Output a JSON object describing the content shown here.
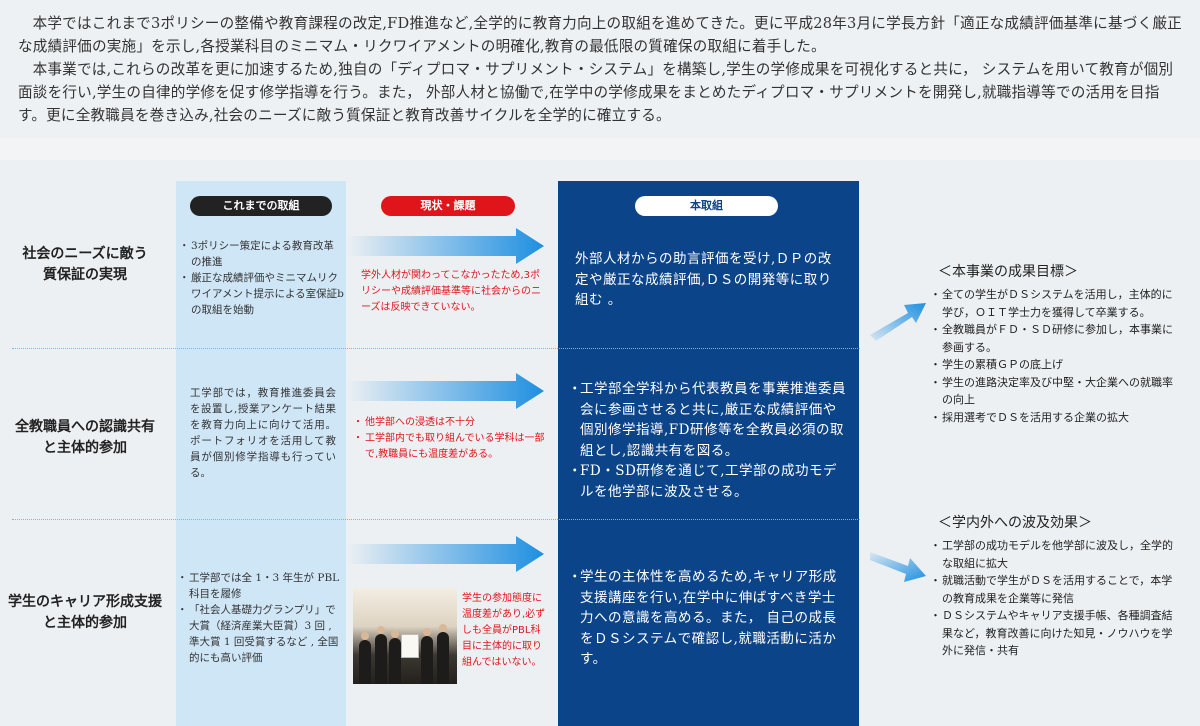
{
  "intro": {
    "paragraph1": "本学ではこれまで3ポリシーの整備や教育課程の改定,FD推進など,全学的に教育力向上の取組を進めてきた。更に平成28年3月に学長方針「適正な成績評価基準に基づく厳正な成績評価の実施」を示し,各授業科目のミニマム・リクワイアメントの明確化,教育の最低限の質確保の取組に着手した。",
    "paragraph2": "本事業では,これらの改革を更に加速するため,独自の「ディプロマ・サプリメント・システム」を構築し,学生の学修成果を可視化すると共に， システムを用いて教育が個別面談を行い,学生の自律的学修を促す修学指導を行う。また， 外部人材と協働で,在学中の学修成果をまとめたディプロマ・サプリメントを開発し,就職指導等での活用を目指す。更に全教職員を巻き込み,社会のニーズに敵う質保証と教育改善サイクルを全学的に確立する。"
  },
  "headers": {
    "previous": "これまでの取組",
    "issues": "現状・課題",
    "main": "本取組"
  },
  "rows": [
    {
      "label_line1": "社会のニーズに敵う",
      "label_line2": "質保証の実現",
      "previous": [
        "3ポリシー策定による教育改革の推進",
        "厳正な成績評価やミニマムリクワイアメント提示による室保証bの取組を始動"
      ],
      "issues": "学外人材が関わってこなかったため,3ポリシーや成績評価基準等に社会からのニーズは反映できていない。",
      "main": "外部人材からの助言評価を受け,ＤＰの改定や厳正な成績評価,ＤＳの開発等に取り組む 。"
    },
    {
      "label_line1": "全教職員への認識共有",
      "label_line2": "と主体的参加",
      "previous_text": "工学部では，教育推進委員会を設置し,授業アンケート結果を教育力向上に向けて活用。ポートフォリオを活用して教員が個別修学指導も行っている。",
      "issues": [
        "他学部への浸透は不十分",
        "工学部内でも取り組んでいる学科は一部で,教職員にも温度差がある。"
      ],
      "main": [
        "工学部全学科から代表教員を事業推進委員会に参画させると共に,厳正な成績評価や個別修学指導,FD研修等を全教員必須の取組とし,認識共有を図る。",
        "FD・SD研修を通じて,工学部の成功モデルを他学部に波及させる。"
      ]
    },
    {
      "label_line1": "学生のキャリア形成支援",
      "label_line2": "と主体的参加",
      "previous": [
        "工学部では全 1・3 年生が PBL 科目を履修",
        "「社会人基礎力グランプリ」で大賞（経済産業大臣賞）3 回 , 準大賞 1 回受賞するなど , 全国的にも高い評価"
      ],
      "issues": "学生の参加態度に温度差があり,必ずしも全員がPBL科目に主体的に取り組んではいない。",
      "main": [
        "学生の主体性を高めるため,キャリア形成支援講座を行い,在学中に伸ばすべき学士力への意識を高める。また， 自己の成長をＤＳシステムで確認し,就職活動に活かす。"
      ]
    }
  ],
  "outcomes": {
    "goals_title": "＜本事業の成果目標＞",
    "goals": [
      "全ての学生がＤＳシステムを活用し，主体的に学び，ＯＩＴ学士力を獲得して卒業する。",
      "全教職員がＦＤ・ＳＤ研修に参加し，本事業に参画する。",
      "学生の累積ＧＰの底上げ",
      "学生の進路決定率及び中堅・大企業への就職率の向上",
      "採用選考でＤＳを活用する企業の拡大"
    ],
    "effects_title": "＜学内外への波及効果＞",
    "effects": [
      "工学部の成功モデルを他学部に波及し，全学的な取組に拡大",
      "就職活動で学生がＤＳを活用することで，本学の教育成果を企業等に発信",
      "ＤＳシステムやキャリア支援手帳、各種調査結果など，教育改善に向けた知見・ノウハウを学外に発信・共有"
    ]
  },
  "colors": {
    "main_column": "#0c4489",
    "previous_column": "#cfe6f7",
    "issue_red": "#e0151c",
    "arrow_blue": "#1e8fe0"
  }
}
